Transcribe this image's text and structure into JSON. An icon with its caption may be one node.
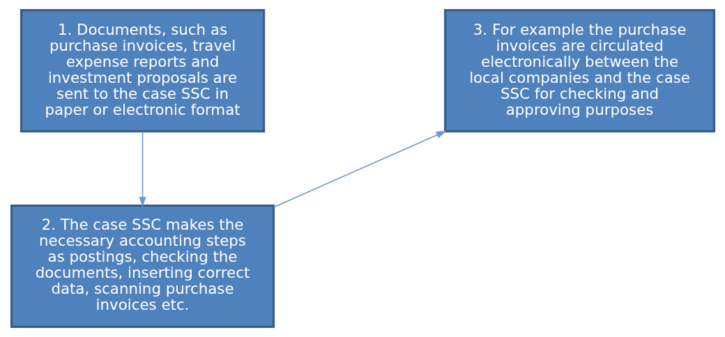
{
  "diagram": {
    "nodes": [
      {
        "text": [
          "1. Documents, such as purchase invoices, travel expense reports and investment proposals are sent to the case SSC in paper or electronic format"
        ]
      },
      {
        "text": [
          "2. The case SSC makes the necessary accounting steps as postings, checking the documents, inserting correct data, scanning purchase invoices etc."
        ]
      },
      {
        "text": [
          "3. For example the purchase invoices are circulated electronically between the local companies and the case SSC for checking and approving purposes"
        ]
      }
    ],
    "edges": [
      {
        "from": 0,
        "to": 1,
        "arrow": "to"
      },
      {
        "from": 1,
        "to": 2,
        "arrow": "to"
      }
    ]
  }
}
